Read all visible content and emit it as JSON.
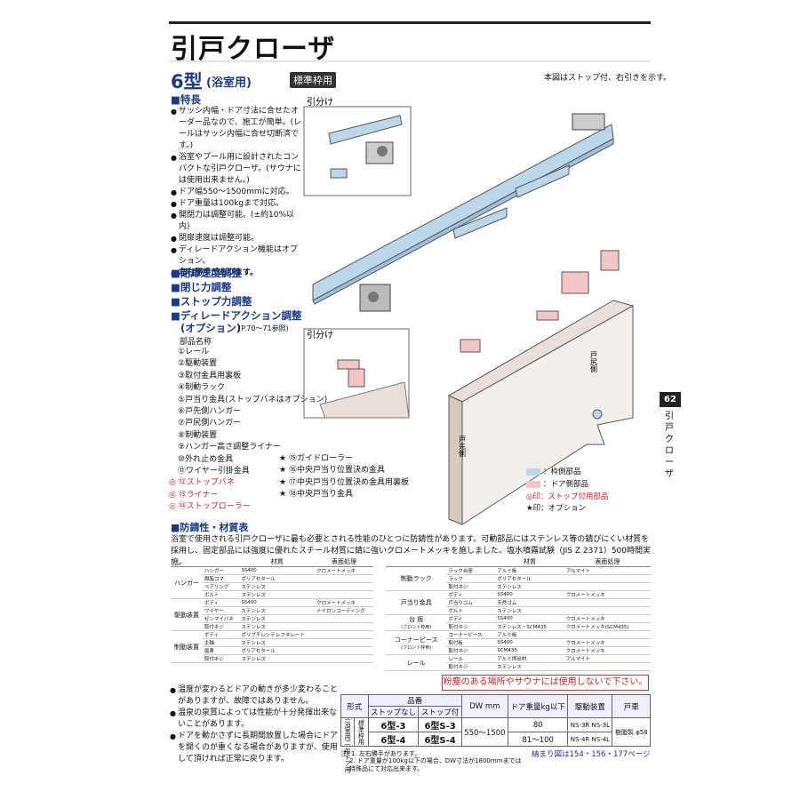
{
  "title": "引戸クローザ",
  "type": {
    "name": "6型",
    "sub": "(浴室用)",
    "badge": "標準枠用"
  },
  "arrow_note": "本図はストップ付、右引きを示す。",
  "features_title": "■特長",
  "features": [
    "サッシ内幅・ドア寸法に合せたオーダー品なので、施工が簡単。(レールはサッシ内幅に合せ切断済です。)",
    "浴室やプール用に設計されたコンパクトな引戸クローザ。(サウナには使用出来ません。)",
    "ドア幅550～1500mmに対応。",
    "ドア重量は100kgまで対応。",
    "開閉力は調整可能。(±約10%以内)",
    "閉扉速度は調整可能。",
    "ディレードアクション機能はオプション。",
    "左右勝手があります。"
  ],
  "adjustments": [
    "■閉扉速度調整",
    "■閉じ力調整",
    "■ストップ力調整",
    "■ディレードアクション調整"
  ],
  "adjustment_option": "(オプション)",
  "adjustment_ref": "(P.70～71参照)",
  "parts_title": "部品名称",
  "parts": [
    "①レール",
    "②駆動装置",
    "③取付金具用裏板",
    "④制動ラック",
    "⑤戸当り金具(ストップバネはオプション)",
    "⑥戸先側ハンガー",
    "⑦戸尻側ハンガー",
    "⑧制動装置",
    "⑨ハンガー高さ調整ライナー",
    "⑩外れ止め金具",
    "⑪ワイヤー引掛金具"
  ],
  "parts_red": [
    "⑫ストップバネ",
    "⑬ライナー",
    "⑭ストップローラー"
  ],
  "parts_red_mark": "◎",
  "parts_opt": [
    "⑮ガイドローラー",
    "⑯中央戸当り位置決め金具",
    "⑰中央戸当り位置決め金具用裏板",
    "⑱中央戸当り金具"
  ],
  "opt_mark": "★",
  "diagram": {
    "split1": "引分け",
    "split2": "引分け",
    "door_tail": "戸尻側",
    "door_tip": "戸先側"
  },
  "legend": [
    "：枠側部品",
    "：ドア側部品",
    "◎印：ストップ付用部品",
    "★印：オプション"
  ],
  "colors": {
    "frame": "#bcd6ea",
    "door": "#f2c6c6",
    "accent": "#1a3a86",
    "warn": "#c8242a"
  },
  "rust_title": "■防錆性・材質表",
  "rust_body": "浴室で使用される引戸クローザに最も必要とされる性能のひとつに防錆性があります。可動部品にはステンレス等の錆びにくい材質を採用し、固定部品には強度に優れたスチール材質に錆に強いクロメートメッキを施しました。塩水噴霧試験（JIS Z 2371）500時間実施。",
  "mat_headers": [
    "材質",
    "表面処理"
  ],
  "mat1": [
    {
      "g": "ハンガー",
      "rows": [
        [
          "ハンガー",
          "SS400",
          "クロメートメッキ"
        ],
        [
          "樹脂コマ",
          "ポリアセタール",
          ""
        ],
        [
          "ベアリング",
          "ステンレス",
          ""
        ],
        [
          "ボルト",
          "ステンレス",
          ""
        ]
      ]
    },
    {
      "g": "駆動装置",
      "rows": [
        [
          "ボディ",
          "SS400",
          "クロメートメッキ"
        ],
        [
          "ワイヤー",
          "ステンレス",
          "ナイロンコーティング"
        ],
        [
          "ゼンマイバネ",
          "ステンレス",
          ""
        ],
        [
          "取付ネジ",
          "ステンレス",
          ""
        ]
      ]
    },
    {
      "g": "制動装置",
      "rows": [
        [
          "ボディ",
          "ポリブチレンテレフタレート",
          ""
        ],
        [
          "主軸",
          "ステンレス",
          ""
        ],
        [
          "歯車",
          "ポリアセタール",
          ""
        ],
        [
          "取付ネジ",
          "ステンレス",
          ""
        ]
      ]
    }
  ],
  "mat2": [
    {
      "g": "制動ラック",
      "rows": [
        [
          "ラック台座",
          "アルミ板",
          "アルマイト"
        ],
        [
          "ラック",
          "ポリアセタール",
          ""
        ],
        [
          "取付ネジ",
          "ステンレス",
          ""
        ]
      ]
    },
    {
      "g": "戸当り金具",
      "rows": [
        [
          "ボディ",
          "SS400",
          "クロメートメッキ"
        ],
        [
          "戸当りゴム",
          "天然ゴム",
          ""
        ],
        [
          "ボルト",
          "ステンレス",
          ""
        ]
      ]
    },
    {
      "g": "台 板",
      "gs": "(フロント枠用)",
      "rows": [
        [
          "ボディ",
          "SS400",
          "クロメートメッキ"
        ],
        [
          "取付ネジ",
          "ステンレス・SCM435",
          "クロメートメッキ(SCM435)"
        ]
      ]
    },
    {
      "g": "コーナーピース",
      "gs": "(フロント枠用)",
      "rows": [
        [
          "コーナーピース",
          "アルミ板",
          ""
        ],
        [
          "取付板",
          "SS400",
          "クロメートメッキ"
        ],
        [
          "取付ネジ",
          "SCM435",
          "クロメートメッキ"
        ]
      ]
    },
    {
      "g": "レール",
      "rows": [
        [
          "レール",
          "アルミ押出材",
          "アルマイト"
        ],
        [
          "取付ネジ",
          "ステンレス",
          ""
        ]
      ]
    }
  ],
  "notes": [
    "温度が変わるとドアの動きが多少変わることがありますが、故障ではありません。",
    "温泉の泉質によっては性能が十分発揮出来ないことがあります。",
    "ドアを動かさずに長期間放置した場合にドアを開くのが重くなる場合がありますが、使用して頂ければ正常に戻ります。"
  ],
  "warning": "粉塵のある場所やサウナには使用しないで下さい。",
  "spec": {
    "h": [
      "形式",
      "品番",
      "DW mm",
      "ドア重量kg以下",
      "駆動装置",
      "戸車"
    ],
    "sub": [
      "ストップなし",
      "ストップ付"
    ],
    "g1": "(浴室用)一般ドア用",
    "g2": "標準枠用",
    "rows": [
      [
        "6型-3",
        "6型S-3",
        "550～1500",
        "80",
        "NS-3R NS-3L",
        "樹脂製 φ58"
      ],
      [
        "6型-4",
        "6型S-4",
        "",
        "81～100",
        "NS-4R NS-4L",
        ""
      ]
    ]
  },
  "foot1": "注) 1. 左右勝手があります。",
  "foot2": "2. ドア重量が100kg以下の場合、DW寸法が1800mmまでは特殊品にて対応出来ます。",
  "ref": "納まり図は154・156・177ページ",
  "page": "62",
  "side": "引戸クローザ"
}
